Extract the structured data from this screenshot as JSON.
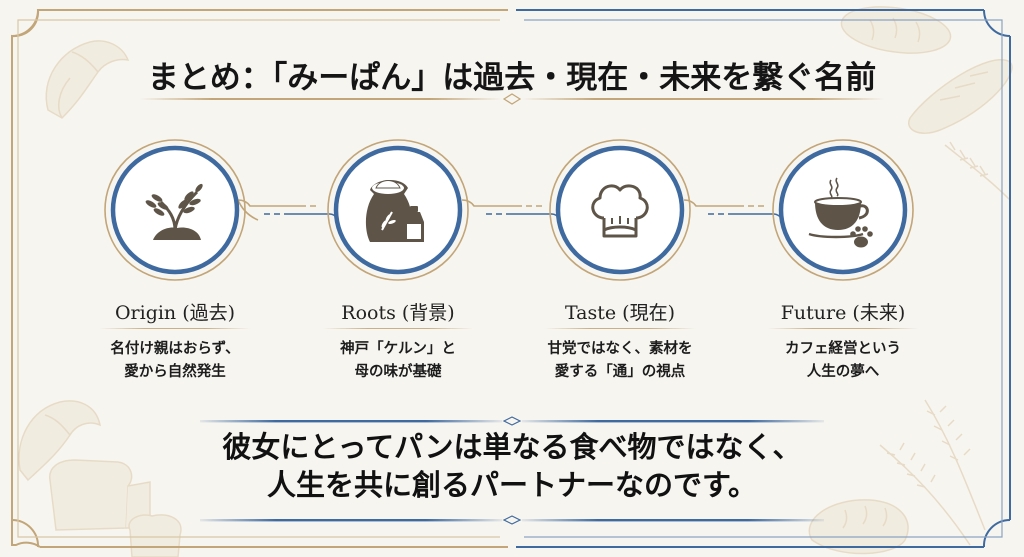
{
  "title": "まとめ：「みーぱん」は過去・現在・未来を繋ぐ名前",
  "colors": {
    "background": "#f7f5f0",
    "gold": "#c2a578",
    "blue": "#3f6aa0",
    "icon_brown": "#5e5548",
    "text": "#151515"
  },
  "steps": [
    {
      "icon": "wheat-sprout-icon",
      "label": "Origin (過去)",
      "desc_line1": "名付け親はおらず、",
      "desc_line2": "愛から自然発生"
    },
    {
      "icon": "flour-sack-milk-icon",
      "label": "Roots (背景)",
      "desc_line1": "神戸「ケルン」と",
      "desc_line2": "母の味が基礎"
    },
    {
      "icon": "chef-hat-icon",
      "label": "Taste (現在)",
      "desc_line1": "甘党ではなく、素材を",
      "desc_line2": "愛する「通」の視点"
    },
    {
      "icon": "coffee-cup-paw-icon",
      "label": "Future (未来)",
      "desc_line1": "カフェ経営という",
      "desc_line2": "人生の夢へ"
    }
  ],
  "closing": {
    "line1": "彼女にとってパンは単なる食べ物ではなく、",
    "line2": "人生を共に創るパートナーなのです。"
  }
}
